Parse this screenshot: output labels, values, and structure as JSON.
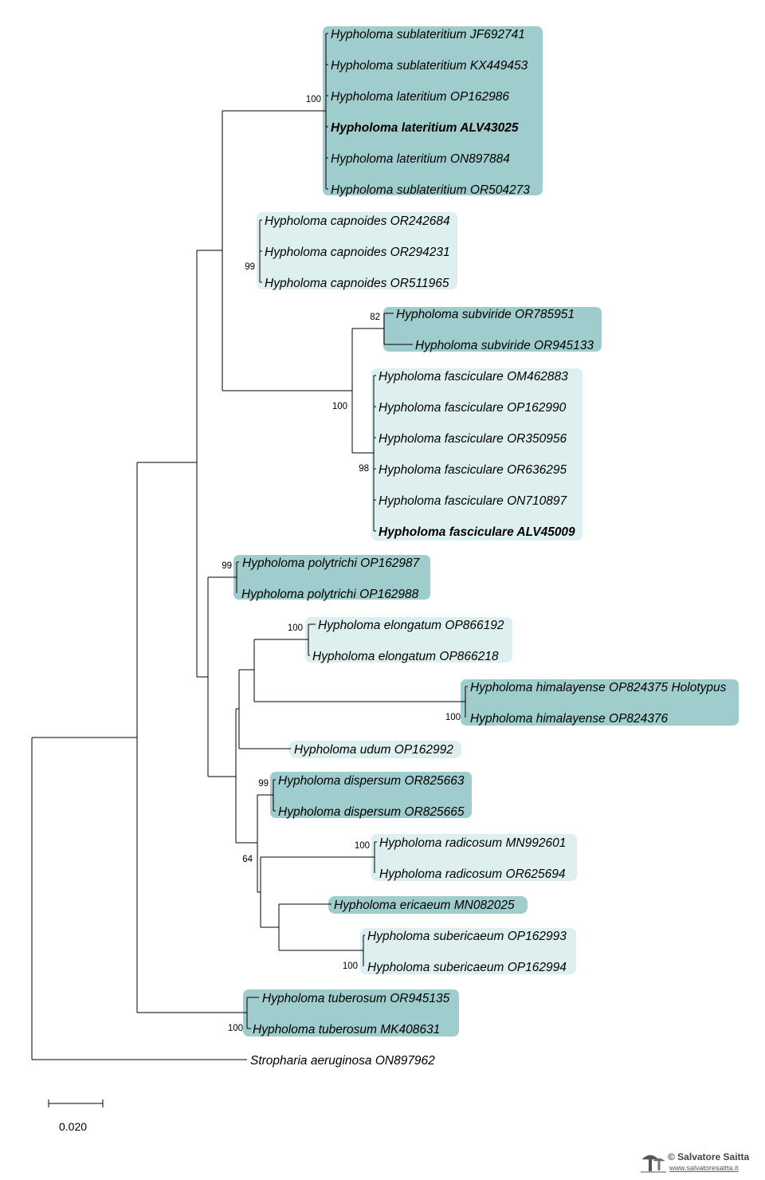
{
  "colors": {
    "dark_box": "#9fcccc",
    "light_box": "#ddf0ef",
    "line": "#000000"
  },
  "taxa": [
    {
      "id": "t1",
      "label": "Hypholoma sublateritium JF692741"
    },
    {
      "id": "t2",
      "label": "Hypholoma sublateritium KX449453"
    },
    {
      "id": "t3",
      "label": "Hypholoma lateritium OP162986"
    },
    {
      "id": "t4",
      "label": "Hypholoma lateritium ALV43025",
      "bold": true
    },
    {
      "id": "t5",
      "label": "Hypholoma lateritium ON897884"
    },
    {
      "id": "t6",
      "label": "Hypholoma sublateritium OR504273"
    },
    {
      "id": "t7",
      "label": "Hypholoma capnoides OR242684"
    },
    {
      "id": "t8",
      "label": "Hypholoma capnoides OR294231"
    },
    {
      "id": "t9",
      "label": "Hypholoma capnoides OR511965"
    },
    {
      "id": "t10",
      "label": "Hypholoma subviride OR785951"
    },
    {
      "id": "t11",
      "label": "Hypholoma subviride OR945133"
    },
    {
      "id": "t12",
      "label": "Hypholoma fasciculare OM462883"
    },
    {
      "id": "t13",
      "label": "Hypholoma fasciculare OP162990"
    },
    {
      "id": "t14",
      "label": "Hypholoma fasciculare OR350956"
    },
    {
      "id": "t15",
      "label": "Hypholoma fasciculare OR636295"
    },
    {
      "id": "t16",
      "label": "Hypholoma fasciculare ON710897"
    },
    {
      "id": "t17",
      "label": "Hypholoma fasciculare ALV45009",
      "bold": true
    },
    {
      "id": "t18",
      "label": "Hypholoma polytrichi OP162987"
    },
    {
      "id": "t19",
      "label": "Hypholoma polytrichi OP162988"
    },
    {
      "id": "t20",
      "label": "Hypholoma elongatum OP866192"
    },
    {
      "id": "t21",
      "label": "Hypholoma elongatum OP866218"
    },
    {
      "id": "t22",
      "label": "Hypholoma himalayense OP824375 Holotypus"
    },
    {
      "id": "t23",
      "label": "Hypholoma himalayense OP824376"
    },
    {
      "id": "t24",
      "label": "Hypholoma udum OP162992"
    },
    {
      "id": "t25",
      "label": "Hypholoma dispersum OR825663"
    },
    {
      "id": "t26",
      "label": "Hypholoma dispersum OR825665"
    },
    {
      "id": "t27",
      "label": "Hypholoma radicosum MN992601"
    },
    {
      "id": "t28",
      "label": "Hypholoma radicosum OR625694"
    },
    {
      "id": "t29",
      "label": "Hypholoma ericaeum MN082025"
    },
    {
      "id": "t30",
      "label": "Hypholoma subericaeum OP162993"
    },
    {
      "id": "t31",
      "label": "Hypholoma subericaeum OP162994"
    },
    {
      "id": "t32",
      "label": "Hypholoma tuberosum OR945135"
    },
    {
      "id": "t33",
      "label": "Hypholoma tuberosum MK408631"
    },
    {
      "id": "t34",
      "label": "Stropharia aeruginosa ON897962"
    }
  ],
  "bootstrap": [
    {
      "id": "b1",
      "value": "100"
    },
    {
      "id": "b2",
      "value": "99"
    },
    {
      "id": "b3",
      "value": "82"
    },
    {
      "id": "b4",
      "value": "100"
    },
    {
      "id": "b5",
      "value": "98"
    },
    {
      "id": "b6",
      "value": "99"
    },
    {
      "id": "b7",
      "value": "100"
    },
    {
      "id": "b8",
      "value": "100"
    },
    {
      "id": "b9",
      "value": "99"
    },
    {
      "id": "b10",
      "value": "100"
    },
    {
      "id": "b11",
      "value": "64"
    },
    {
      "id": "b12",
      "value": "100"
    },
    {
      "id": "b13",
      "value": "100"
    }
  ],
  "scale_bar": {
    "label": "0.020"
  },
  "watermark": {
    "text": "© Salvatore Saitta",
    "url": "www.salvatoresaitta.it"
  }
}
